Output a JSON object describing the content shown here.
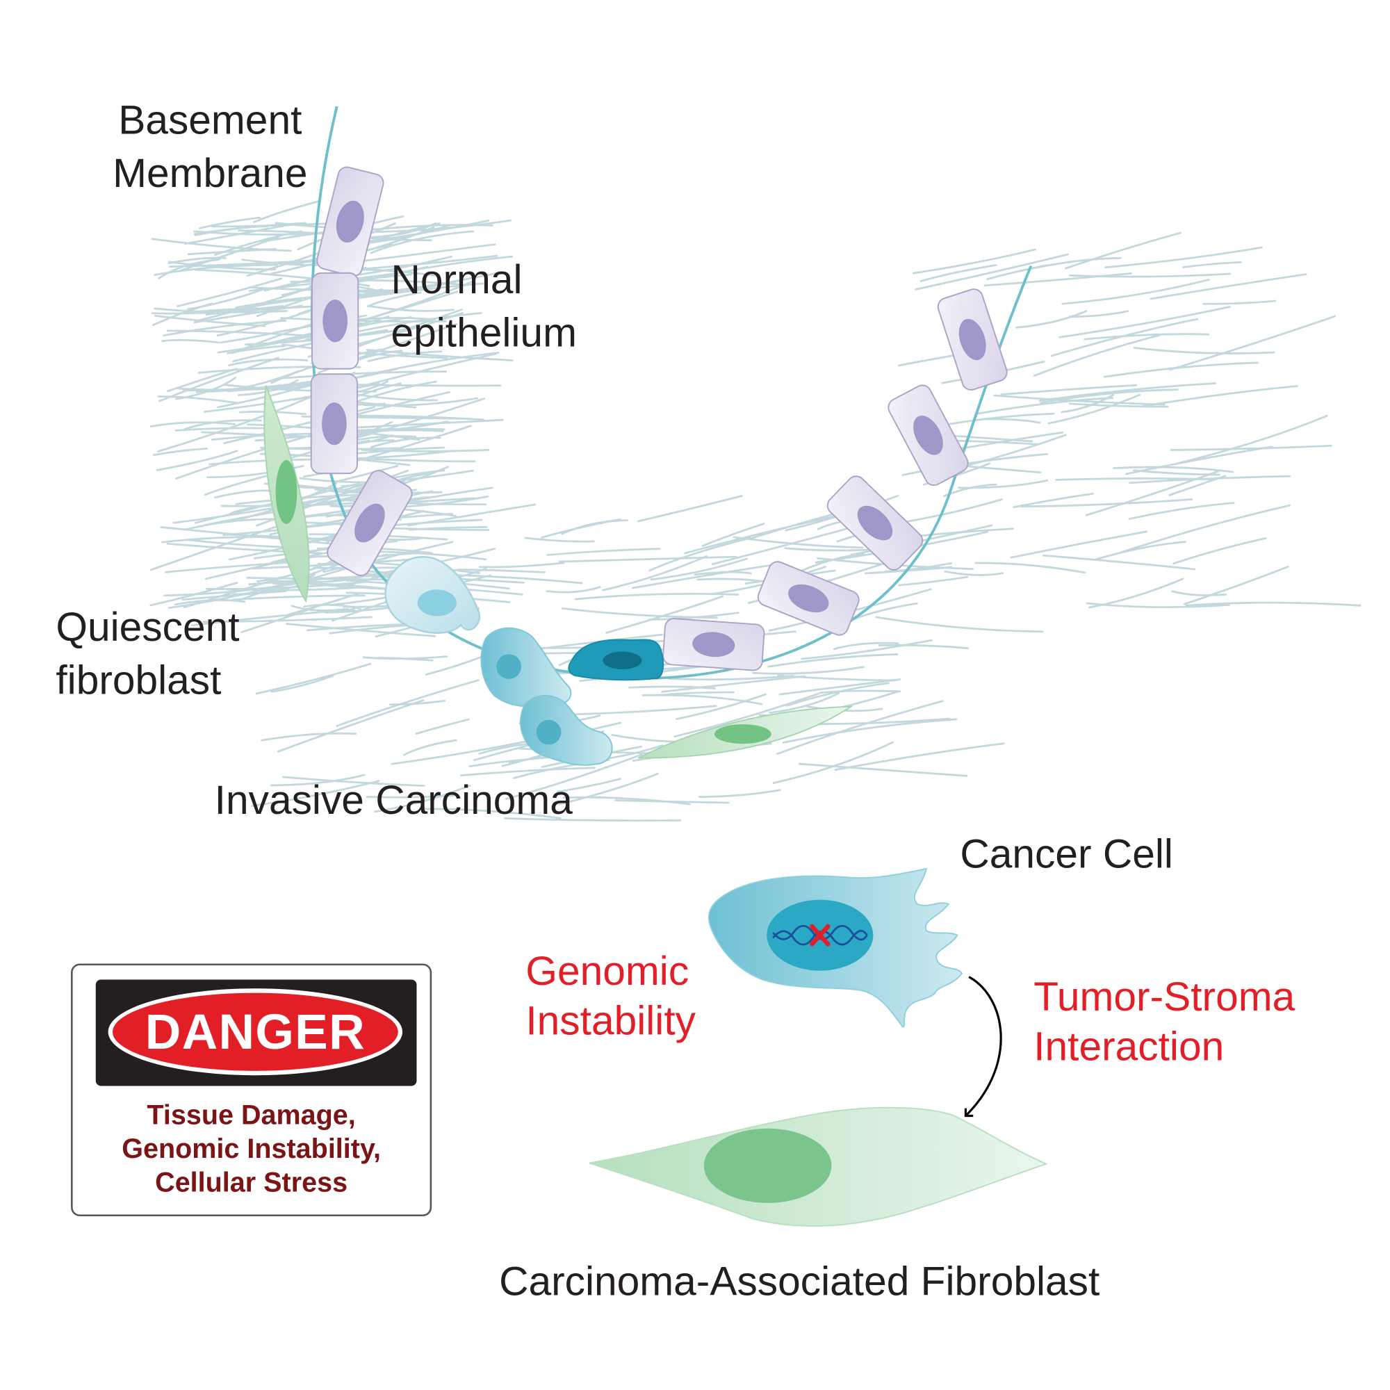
{
  "labels": {
    "basement_membrane_line1": "Basement",
    "basement_membrane_line2": "Membrane",
    "normal_epithelium_line1": "Normal",
    "normal_epithelium_line2": "epithelium",
    "quiescent_fibroblast_line1": "Quiescent",
    "quiescent_fibroblast_line2": "fibroblast",
    "invasive_carcinoma": "Invasive Carcinoma",
    "cancer_cell": "Cancer Cell",
    "genomic_instability_line1": "Genomic",
    "genomic_instability_line2": "Instability",
    "tumor_stroma_line1": "Tumor-Stroma",
    "tumor_stroma_line2": "Interaction",
    "caf": "Carcinoma-Associated Fibroblast"
  },
  "danger_sign": {
    "heading": "DANGER",
    "line1": "Tissue Damage,",
    "line2": "Genomic Instability,",
    "line3": "Cellular Stress"
  },
  "colors": {
    "membrane": "#6cbfcb",
    "epithelial_cell": "#e2dfee",
    "epithelial_nucleus": "#9d98c8",
    "cancer_cell": "#72c3d6",
    "fibroblast": "#bfe3c7",
    "fibroblast_nucleus": "#6cbf82",
    "emphasis_text": "#e21f26",
    "danger_red": "#e21f26",
    "danger_caption": "#7a1416"
  }
}
